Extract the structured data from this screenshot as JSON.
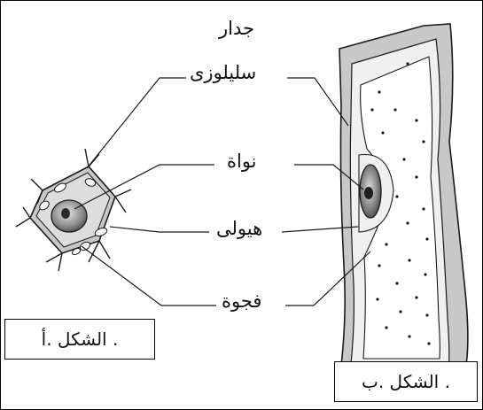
{
  "labels": {
    "wall_line1": "جدار",
    "wall_line2": "سليلوزى",
    "nucleus": "نواة",
    "cytoplasm": "هيولى",
    "vacuole": "فجوة"
  },
  "figures": {
    "a": "الشكل .أ .",
    "b": "الشكل .ب ."
  },
  "colors": {
    "wall_fill": "#c8c8c8",
    "cell_fill": "#f2f2f2",
    "nucleus_fill": "#9a9a9a",
    "nucleolus_fill": "#2a2a2a",
    "line": "#1a1a1a"
  }
}
